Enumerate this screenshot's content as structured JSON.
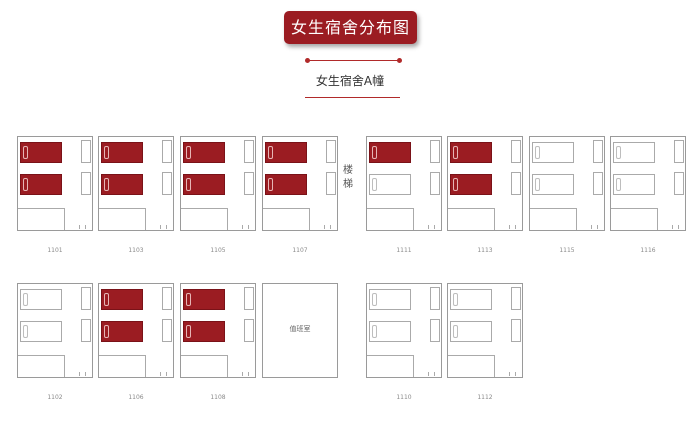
{
  "header": {
    "title": "女生宿舍分布图",
    "subtitle": "女生宿舍A幢"
  },
  "stairs": {
    "chars": [
      "楼",
      "梯"
    ]
  },
  "rooms": [
    {
      "number": "1101",
      "beds": [
        "0",
        "0"
      ],
      "occupied": [
        true,
        true
      ]
    },
    {
      "number": "1103",
      "beds": [
        "0",
        "0"
      ],
      "occupied": [
        true,
        true
      ]
    },
    {
      "number": "1105",
      "beds": [
        "0",
        "0"
      ],
      "occupied": [
        true,
        true
      ]
    },
    {
      "number": "1107",
      "beds": [
        "0",
        "0"
      ],
      "occupied": [
        true,
        true
      ]
    },
    {
      "number": "1111",
      "beds": [
        "0",
        "0"
      ],
      "occupied": [
        true,
        false
      ]
    },
    {
      "number": "1113",
      "beds": [
        "0",
        "0"
      ],
      "occupied": [
        true,
        true
      ]
    },
    {
      "number": "1115",
      "beds": [
        "0",
        "0"
      ],
      "occupied": [
        false,
        false
      ]
    },
    {
      "number": "1116",
      "beds": [
        "0",
        "0"
      ],
      "occupied": [
        false,
        false
      ]
    },
    {
      "number": "1102",
      "beds": [
        "0",
        "0"
      ],
      "occupied": [
        false,
        false
      ]
    },
    {
      "number": "1106",
      "beds": [
        "0",
        "0"
      ],
      "occupied": [
        true,
        true
      ]
    },
    {
      "number": "1108",
      "beds": [
        "0",
        "0"
      ],
      "occupied": [
        true,
        true
      ]
    },
    {
      "number": "",
      "special_label": "值班室"
    },
    {
      "number": "1110",
      "beds": [
        "0",
        "0"
      ],
      "occupied": [
        false,
        false
      ]
    },
    {
      "number": "1112",
      "beds": [
        "0",
        "0"
      ],
      "occupied": [
        false,
        false
      ]
    }
  ],
  "colors": {
    "accent": "#9b1c22",
    "occupied_bed": "#9b1c22",
    "outline": "#9a9a9a"
  }
}
